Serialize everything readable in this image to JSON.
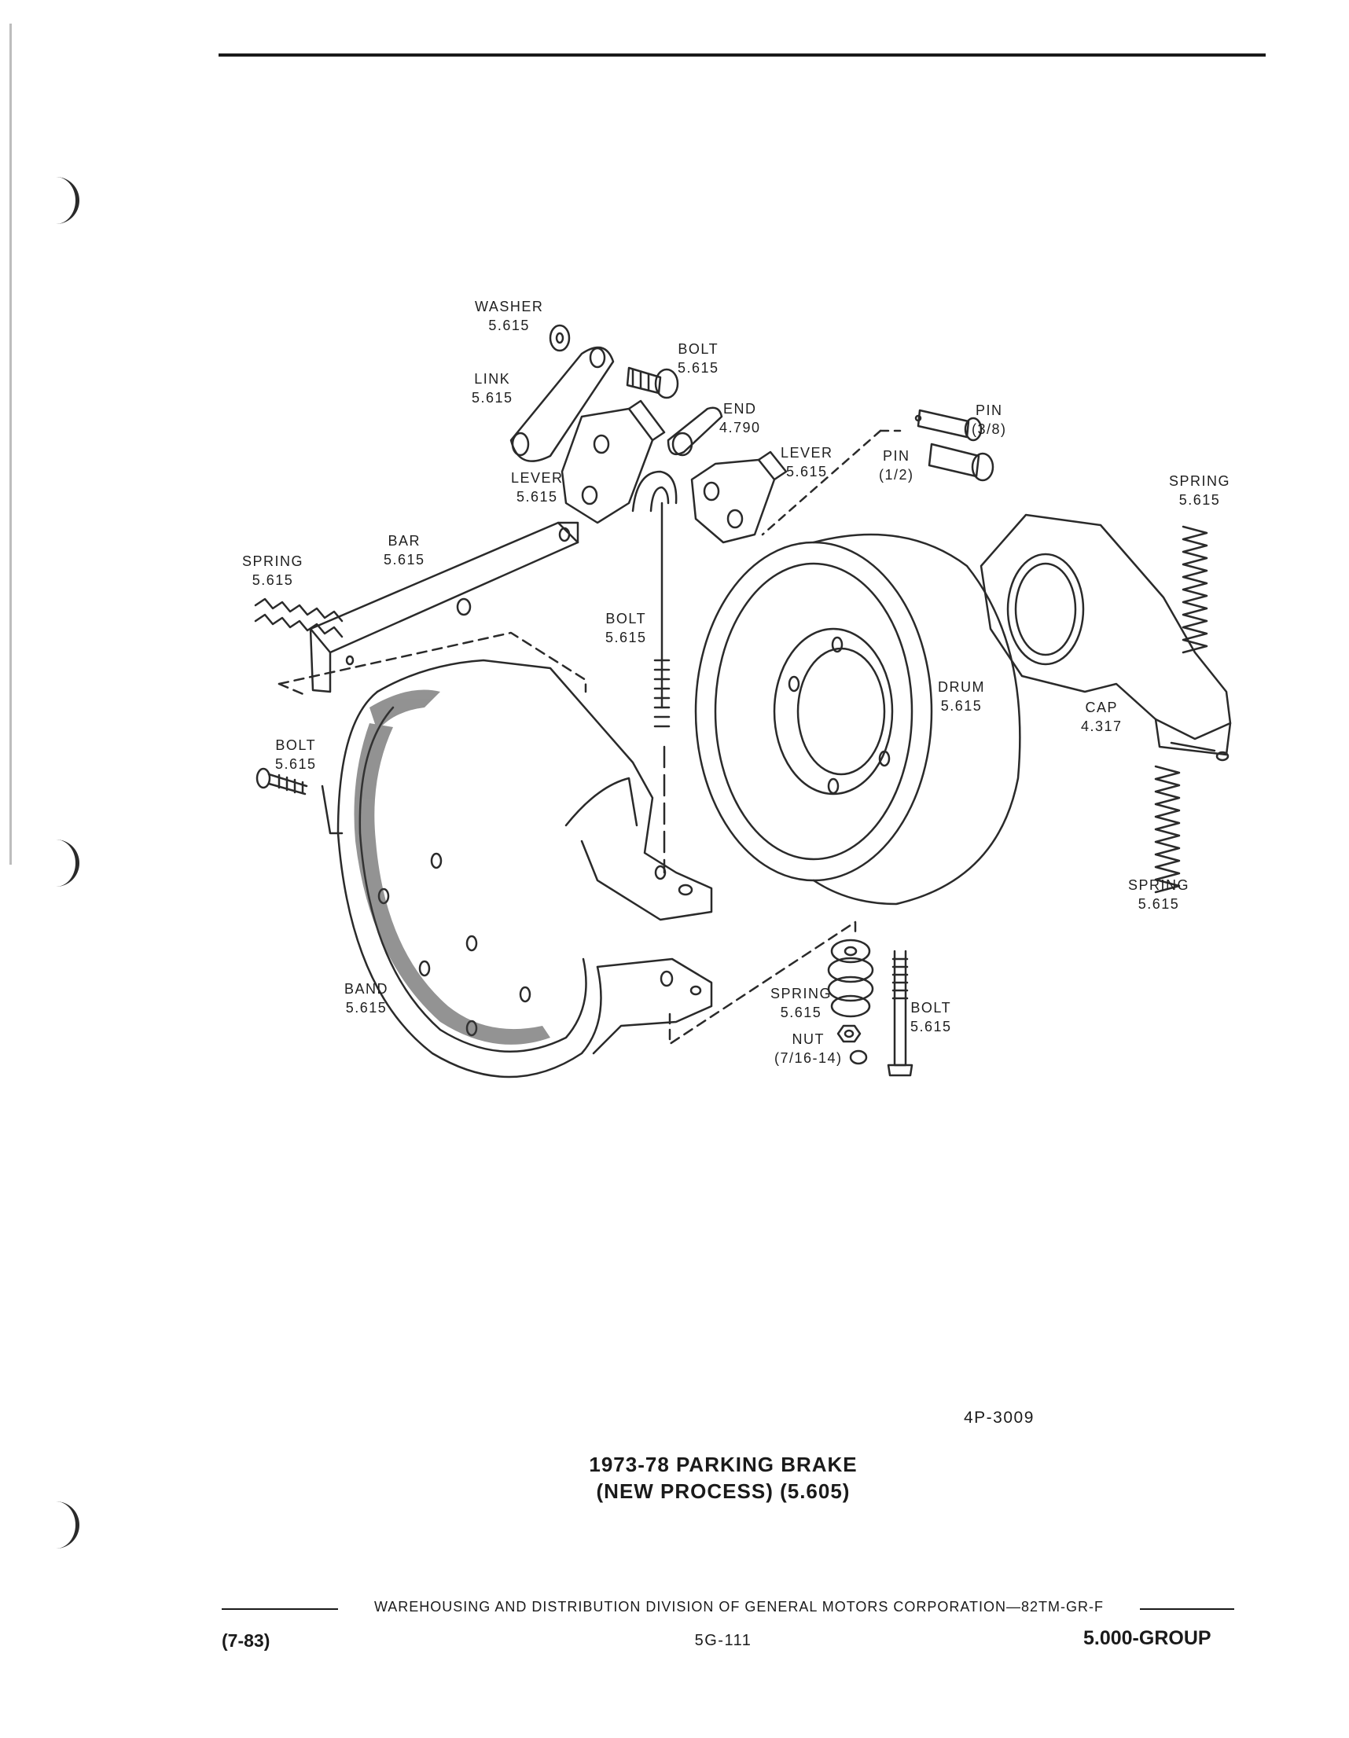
{
  "callouts": [
    {
      "name": "washer",
      "lines": [
        "WASHER",
        "5.615"
      ]
    },
    {
      "name": "bolt-top",
      "lines": [
        "BOLT",
        "5.615"
      ]
    },
    {
      "name": "link",
      "lines": [
        "LINK",
        "5.615"
      ]
    },
    {
      "name": "end",
      "lines": [
        "END",
        "4.790"
      ]
    },
    {
      "name": "pin-3-8",
      "lines": [
        "PIN",
        "(3/8)"
      ]
    },
    {
      "name": "lever-left",
      "lines": [
        "LEVER",
        "5.615"
      ]
    },
    {
      "name": "lever-right",
      "lines": [
        "LEVER",
        "5.615"
      ]
    },
    {
      "name": "pin-1-2",
      "lines": [
        "PIN",
        "(1/2)"
      ]
    },
    {
      "name": "spring-upper-right",
      "lines": [
        "SPRING",
        "5.615"
      ]
    },
    {
      "name": "bar",
      "lines": [
        "BAR",
        "5.615"
      ]
    },
    {
      "name": "spring-left",
      "lines": [
        "SPRING",
        "5.615"
      ]
    },
    {
      "name": "bolt-center",
      "lines": [
        "BOLT",
        "5.615"
      ]
    },
    {
      "name": "drum",
      "lines": [
        "DRUM",
        "5.615"
      ]
    },
    {
      "name": "cap",
      "lines": [
        "CAP",
        "4.317"
      ]
    },
    {
      "name": "bolt-left",
      "lines": [
        "BOLT",
        "5.615"
      ]
    },
    {
      "name": "spring-lower-right",
      "lines": [
        "SPRING",
        "5.615"
      ]
    },
    {
      "name": "band",
      "lines": [
        "BAND",
        "5.615"
      ]
    },
    {
      "name": "spring-bottom",
      "lines": [
        "SPRING",
        "5.615"
      ]
    },
    {
      "name": "bolt-bottom",
      "lines": [
        "BOLT",
        "5.615"
      ]
    },
    {
      "name": "nut",
      "lines": [
        "NUT",
        "(7/16-14)"
      ]
    }
  ],
  "figure_code": "4P-3009",
  "caption": {
    "line1": "1973-78 PARKING BRAKE",
    "line2": "(NEW PROCESS) (5.605)"
  },
  "footer": {
    "corporation": "WAREHOUSING AND DISTRIBUTION  DIVISION OF GENERAL MOTORS CORPORATION—82TM-GR-F",
    "date": "(7-83)",
    "page": "5G-111",
    "group": "5.000-GROUP"
  }
}
